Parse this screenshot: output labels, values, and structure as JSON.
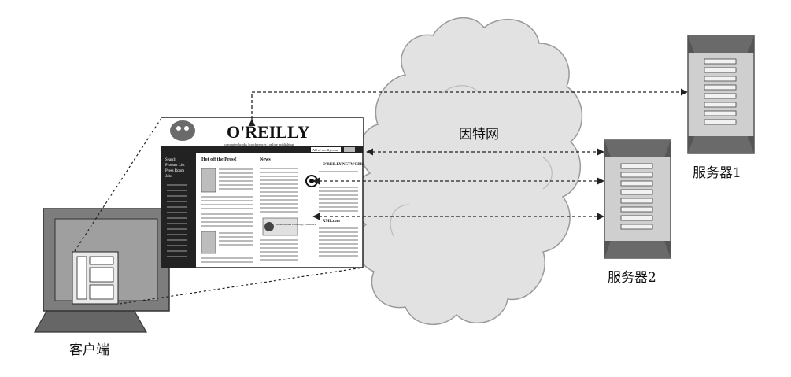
{
  "labels": {
    "internet": "因特网",
    "server1": "服务器1",
    "server2": "服务器2",
    "client": "客户端"
  },
  "webpage": {
    "brand": "O'REILLY",
    "tagline": "computer books | conferences | online publishing",
    "search_scope": "All of oreilly.com",
    "left_nav": [
      "Search",
      "Product List",
      "Press Room",
      "Jobs"
    ],
    "section_hot": "Hot off the Press!",
    "section_news": "News",
    "promo_network": "O'REILLY NETWORK",
    "promo_conference": "Bioinformatics Technology Conference",
    "promo_xml": "XML.com"
  },
  "colors": {
    "cloud_fill": "#e2e2e2",
    "cloud_stroke": "#9a9a9a",
    "server_fill": "#cfcfcf",
    "server_dark": "#555555",
    "monitor_fill": "#7d7d7d",
    "line": "#222222"
  },
  "icons": {
    "server": "server-rack-icon",
    "client": "monitor-icon",
    "cloud": "cloud-icon"
  }
}
